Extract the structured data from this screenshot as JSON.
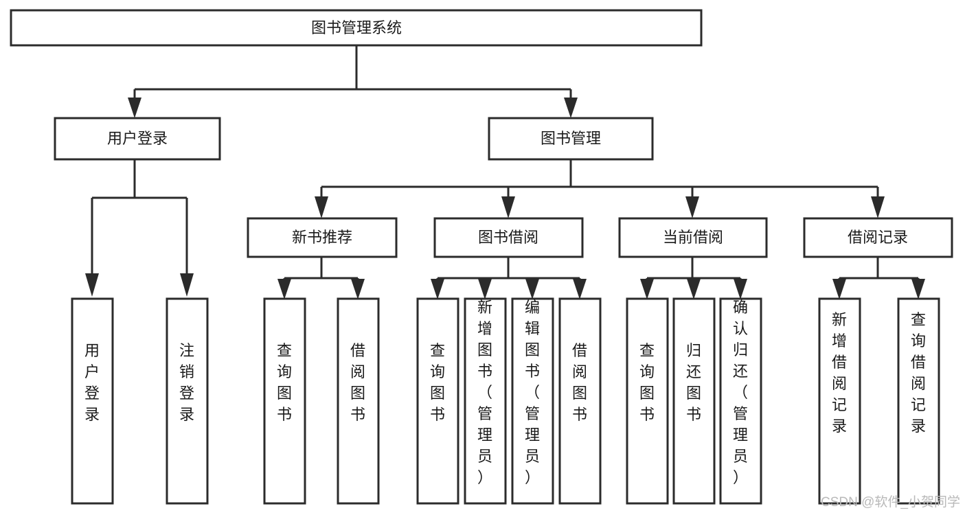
{
  "diagram": {
    "title": "图书管理系统",
    "type": "tree-hierarchy-diagram",
    "root": {
      "label": "图书管理系统"
    },
    "level2": [
      {
        "label": "用户登录"
      },
      {
        "label": "图书管理"
      }
    ],
    "level3": [
      {
        "label": "新书推荐"
      },
      {
        "label": "图书借阅"
      },
      {
        "label": "当前借阅"
      },
      {
        "label": "借阅记录"
      }
    ],
    "leaves": {
      "user_login": [
        {
          "label": "用户登录"
        },
        {
          "label": "注销登录"
        }
      ],
      "new_book_recommend": [
        {
          "label": "查询图书"
        },
        {
          "label": "借阅图书"
        }
      ],
      "book_borrow": [
        {
          "label": "查询图书"
        },
        {
          "label": "新增图书（管理员）"
        },
        {
          "label": "编辑图书（管理员）"
        },
        {
          "label": "借阅图书"
        }
      ],
      "current_borrow": [
        {
          "label": "查询图书"
        },
        {
          "label": "归还图书"
        },
        {
          "label": "确认归还（管理员）"
        }
      ],
      "borrow_record": [
        {
          "label": "新增借阅记录"
        },
        {
          "label": "查询借阅记录"
        }
      ]
    }
  },
  "watermark": {
    "text": "CSDN @软件_小贺同学"
  },
  "colors": {
    "box_fill": "#ffffff",
    "box_stroke": "#2b2b2b",
    "text": "#1a1a1a",
    "background": "#ffffff",
    "watermark": "#b9b9b9"
  }
}
